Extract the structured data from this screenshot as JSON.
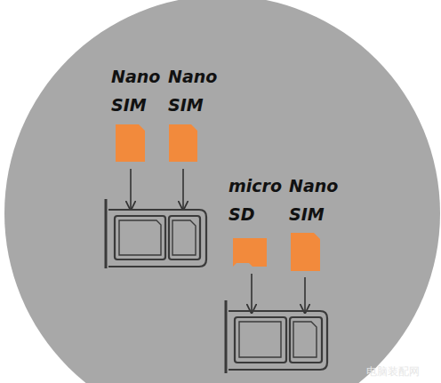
{
  "diagram": {
    "labels": [
      "Nano SIM",
      "Nano SIM",
      "micro SD",
      "Nano SIM",
      "电脑装配网"
    ]
  }
}
